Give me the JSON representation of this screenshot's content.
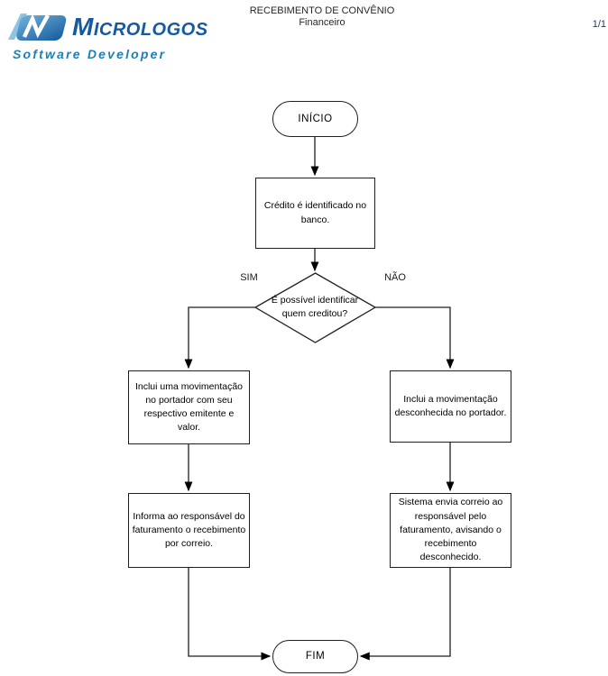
{
  "header": {
    "logo": {
      "name": "MICROLOGOS",
      "tagline": "Software Developer"
    },
    "document_title": "RECEBIMENTO DE CONVÊNIO",
    "document_subtitle": "Financeiro",
    "page_indicator": "1/1"
  },
  "colors": {
    "logo_name": "#15599e",
    "logo_tagline": "#1d7fb5",
    "logo_icon_dark": "#155a9c",
    "logo_icon_light": "#7fb6dc",
    "shape_stroke": "#1f1f1f",
    "page_number": "#1f3a63",
    "background": "#ffffff"
  },
  "flowchart": {
    "nodes": [
      {
        "id": "start",
        "type": "terminator",
        "label": "INÍCIO"
      },
      {
        "id": "credit-identified",
        "type": "process",
        "label": "Crédito é identificado no banco."
      },
      {
        "id": "identify-decision",
        "type": "decision",
        "label": "É possível identificar quem creditou?"
      },
      {
        "id": "include-movement-known",
        "type": "process",
        "label": "Inclui uma movimentação no portador com seu respectivo emitente e valor."
      },
      {
        "id": "inform-billing-responsible",
        "type": "process",
        "label": "Informa ao responsável do faturamento o recebimento por correio."
      },
      {
        "id": "include-movement-unknown",
        "type": "process",
        "label": "Inclui a movimentação desconhecida no portador."
      },
      {
        "id": "system-sends-email",
        "type": "process",
        "label": "Sistema envia correio ao responsável pelo faturamento, avisando o recebimento desconhecido."
      },
      {
        "id": "end",
        "type": "terminator",
        "label": "FIM"
      }
    ],
    "branch_labels": {
      "yes": "SIM",
      "no": "NÃO"
    }
  }
}
